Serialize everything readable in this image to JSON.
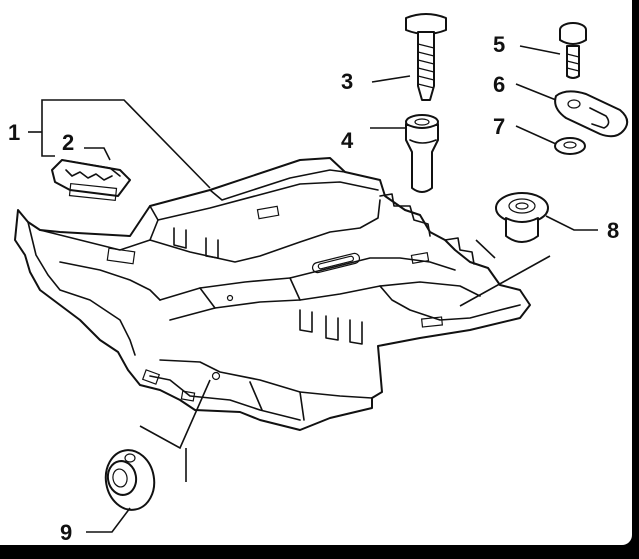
{
  "diagram": {
    "callouts": [
      "1",
      "2",
      "3",
      "4",
      "5",
      "6",
      "7",
      "8",
      "9"
    ],
    "parts": {
      "tray": "undertray-panel",
      "clip": "panel-clip",
      "screw_long": "fixing-screw",
      "plug": "plug-insert",
      "screw_short": "short-screw",
      "bracket": "bracket-plate",
      "washer": "washer",
      "grommet_top": "rubber-grommet",
      "grommet_bottom": "rubber-grommet"
    },
    "colors": {
      "line": "#111111",
      "paper": "#ffffff",
      "frame": "#000000"
    }
  }
}
